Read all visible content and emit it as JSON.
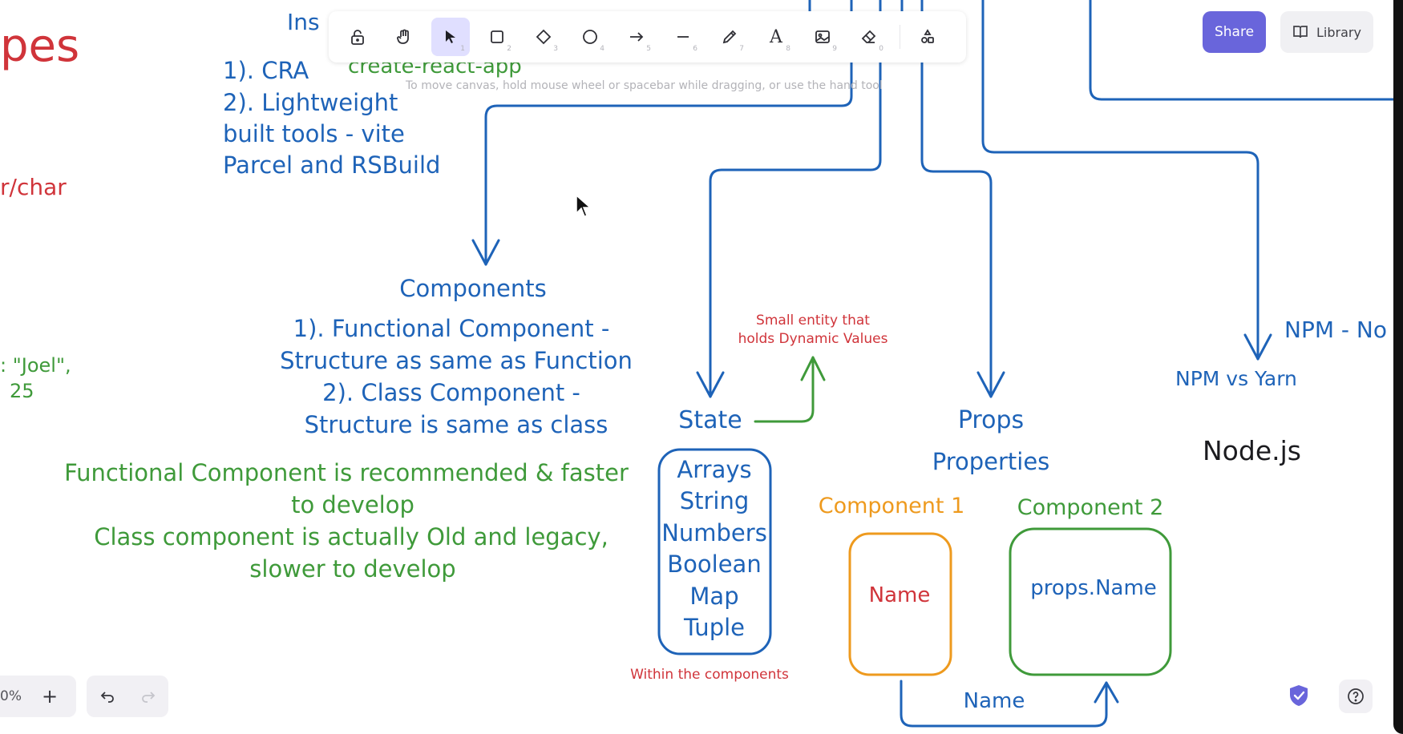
{
  "toolbar": {
    "tools": [
      {
        "icon": "lock-icon",
        "key": ""
      },
      {
        "icon": "hand-icon",
        "key": ""
      },
      {
        "icon": "selection-icon",
        "key": "1",
        "active": true
      },
      {
        "icon": "rectangle-icon",
        "key": "2"
      },
      {
        "icon": "diamond-icon",
        "key": "3"
      },
      {
        "icon": "ellipse-icon",
        "key": "4"
      },
      {
        "icon": "arrow-icon",
        "key": "5"
      },
      {
        "icon": "line-icon",
        "key": "6"
      },
      {
        "icon": "pencil-icon",
        "key": "7"
      },
      {
        "icon": "text-icon",
        "key": "8"
      },
      {
        "icon": "image-icon",
        "key": "9"
      },
      {
        "icon": "eraser-icon",
        "key": "0"
      },
      {
        "icon": "extra-tools-icon",
        "key": ""
      }
    ],
    "hint": "To move canvas, hold mouse wheel or spacebar while dragging, or use the hand tool"
  },
  "header": {
    "share_label": "Share",
    "library_label": "Library"
  },
  "footer": {
    "zoom": "0%",
    "zoom_in": "+"
  },
  "canvas": {
    "pes": "pes",
    "char": "r/char",
    "joel": ": \"Joel\",",
    "age": "25",
    "ins": "Ins",
    "cra_list": [
      "1). CRA",
      "2). Lightweight",
      "built tools - vite",
      "Parcel and RSBuild"
    ],
    "create_react_app": "create-react-app",
    "components_title": "Components",
    "components_lines": [
      "1). Functional Component -",
      "Structure as same as Function",
      "2). Class Component -",
      "Structure is same as class"
    ],
    "note_lines": [
      "Functional Component is recommended & faster",
      "to develop",
      "Class component is actually Old and legacy,",
      "slower to develop"
    ],
    "state": "State",
    "state_note": [
      "Small entity that",
      "holds Dynamic Values"
    ],
    "state_types": [
      "Arrays",
      "String",
      "Numbers",
      "Boolean",
      "Map",
      "Tuple"
    ],
    "within": "Within the components",
    "props": "Props",
    "properties": "Properties",
    "component1": "Component 1",
    "component2": "Component 2",
    "name_box": "Name",
    "props_name": "props.Name",
    "name_arrow": "Name",
    "npm_vs_yarn": "NPM vs Yarn",
    "npm_no": "NPM - No",
    "node": "Node.js"
  },
  "colors": {
    "blue": "#1e63b8",
    "red": "#d0343a",
    "green": "#3f9a3a",
    "orange": "#ee9a1e",
    "accent": "#6965db"
  }
}
